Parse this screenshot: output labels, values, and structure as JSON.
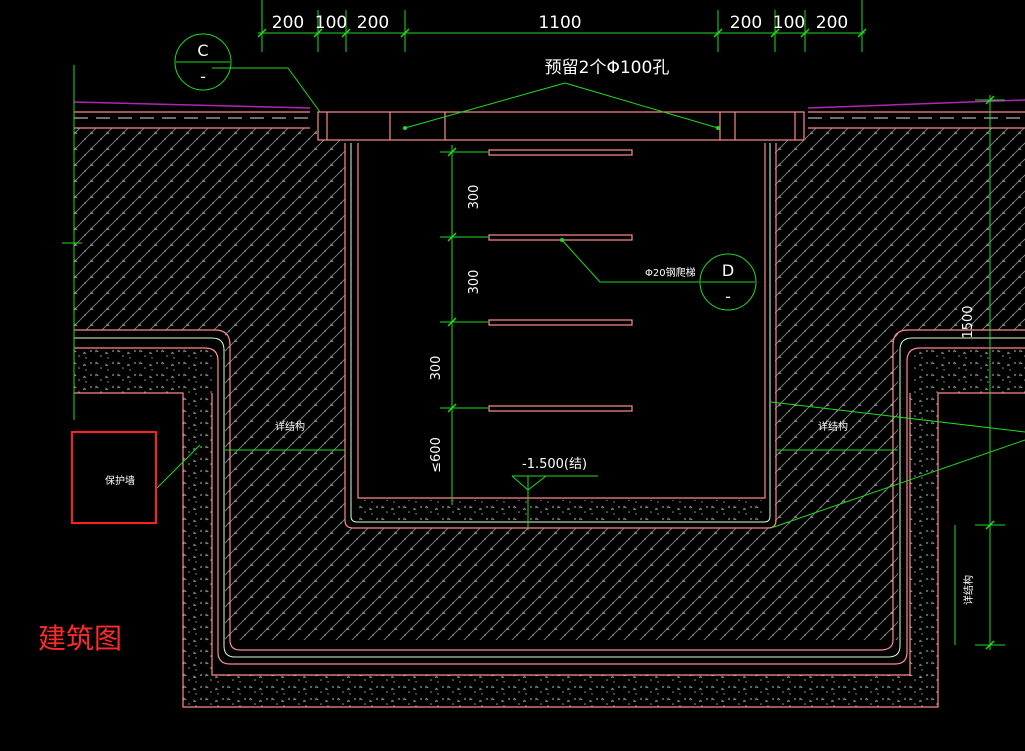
{
  "colors": {
    "background": "#000000",
    "outline": "#ff8a8a",
    "dimension_line": "#1fdc1f",
    "hatch": "#9aa0a0",
    "annotation_red": "#ff2020",
    "ground_line": "#b026b0",
    "pipe": "#ff9090"
  },
  "dimensions": {
    "top": [
      "200",
      "100",
      "200",
      "1100",
      "200",
      "100",
      "200"
    ],
    "rungs": [
      "300",
      "300",
      "300",
      "≤600"
    ],
    "right_total": "1500"
  },
  "callouts": {
    "c_bubble": "C",
    "c_bubble_sub": "-",
    "d_bubble": "D",
    "d_bubble_sub": "-",
    "holes_note": "预留2个Φ100孔",
    "rung_note": "Φ20钢爬梯",
    "structure_left": "详结构",
    "structure_right": "详结构",
    "structure_vertical": "详结构",
    "bottom_level": "-1.500(结)",
    "protect_wall": "保护墙"
  },
  "title": "建筑图"
}
